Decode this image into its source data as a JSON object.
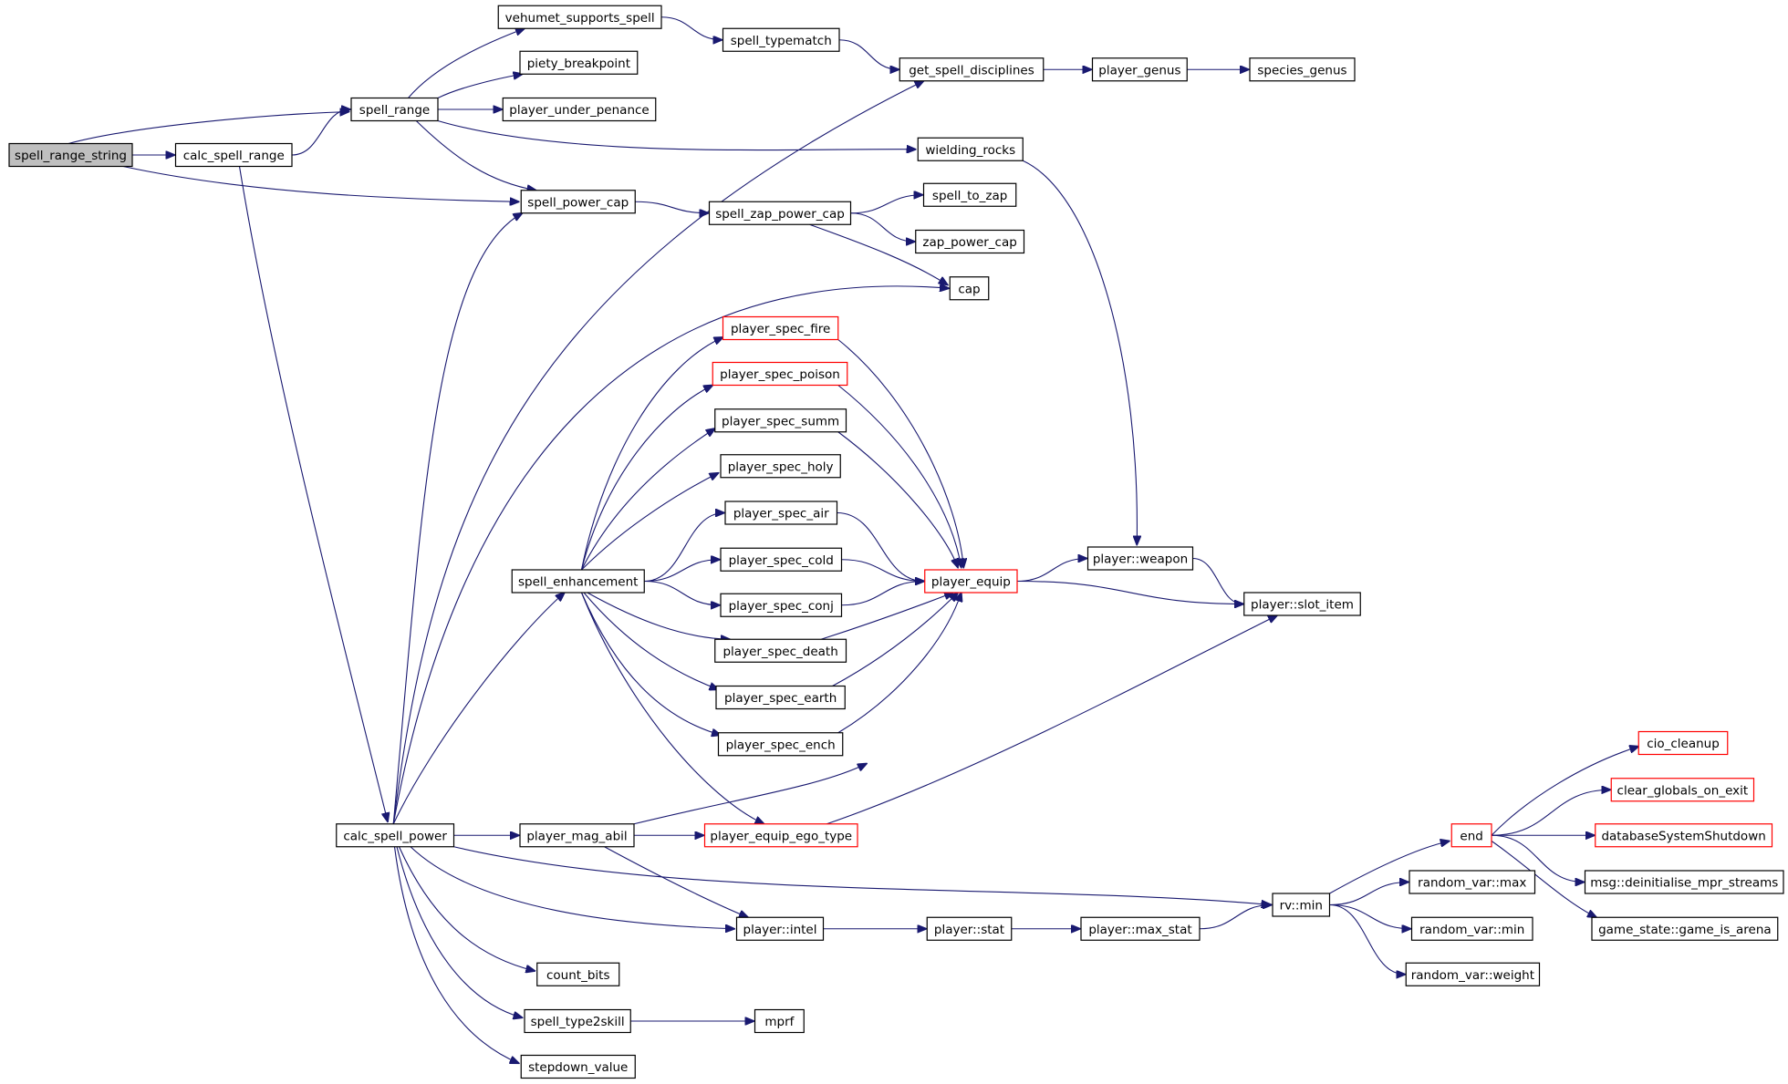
{
  "colors": {
    "edge": "#191970",
    "node_border": "#000000",
    "truncated_border": "#ff0000",
    "root_fill": "#bfbfbf"
  },
  "nodes": [
    {
      "id": "spell_range_string",
      "label": "spell_range_string",
      "root": true
    },
    {
      "id": "calc_spell_range",
      "label": "calc_spell_range"
    },
    {
      "id": "spell_range",
      "label": "spell_range"
    },
    {
      "id": "vehumet_supports_spell",
      "label": "vehumet_supports_spell"
    },
    {
      "id": "piety_breakpoint",
      "label": "piety_breakpoint"
    },
    {
      "id": "player_under_penance",
      "label": "player_under_penance"
    },
    {
      "id": "spell_typematch",
      "label": "spell_typematch"
    },
    {
      "id": "get_spell_disciplines",
      "label": "get_spell_disciplines"
    },
    {
      "id": "player_genus",
      "label": "player_genus"
    },
    {
      "id": "species_genus",
      "label": "species_genus"
    },
    {
      "id": "wielding_rocks",
      "label": "wielding_rocks"
    },
    {
      "id": "spell_power_cap",
      "label": "spell_power_cap"
    },
    {
      "id": "spell_zap_power_cap",
      "label": "spell_zap_power_cap"
    },
    {
      "id": "spell_to_zap",
      "label": "spell_to_zap"
    },
    {
      "id": "zap_power_cap",
      "label": "zap_power_cap"
    },
    {
      "id": "cap",
      "label": "cap"
    },
    {
      "id": "player_spec_fire",
      "label": "player_spec_fire",
      "truncated": true
    },
    {
      "id": "player_spec_poison",
      "label": "player_spec_poison",
      "truncated": true
    },
    {
      "id": "player_spec_summ",
      "label": "player_spec_summ"
    },
    {
      "id": "player_spec_holy",
      "label": "player_spec_holy"
    },
    {
      "id": "player_spec_air",
      "label": "player_spec_air"
    },
    {
      "id": "player_spec_cold",
      "label": "player_spec_cold"
    },
    {
      "id": "player_spec_conj",
      "label": "player_spec_conj"
    },
    {
      "id": "player_spec_death",
      "label": "player_spec_death"
    },
    {
      "id": "player_spec_earth",
      "label": "player_spec_earth"
    },
    {
      "id": "player_spec_ench",
      "label": "player_spec_ench"
    },
    {
      "id": "spell_enhancement",
      "label": "spell_enhancement"
    },
    {
      "id": "player_equip",
      "label": "player_equip",
      "truncated": true
    },
    {
      "id": "player_weapon",
      "label": "player::weapon"
    },
    {
      "id": "player_slot_item",
      "label": "player::slot_item"
    },
    {
      "id": "calc_spell_power",
      "label": "calc_spell_power"
    },
    {
      "id": "player_mag_abil",
      "label": "player_mag_abil"
    },
    {
      "id": "player_equip_ego_type",
      "label": "player_equip_ego_type",
      "truncated": true
    },
    {
      "id": "player_intel",
      "label": "player::intel"
    },
    {
      "id": "player_stat",
      "label": "player::stat"
    },
    {
      "id": "player_max_stat",
      "label": "player::max_stat"
    },
    {
      "id": "rv_min",
      "label": "rv::min"
    },
    {
      "id": "random_var_max",
      "label": "random_var::max"
    },
    {
      "id": "random_var_min",
      "label": "random_var::min"
    },
    {
      "id": "random_var_weight",
      "label": "random_var::weight"
    },
    {
      "id": "end",
      "label": "end",
      "truncated": true
    },
    {
      "id": "cio_cleanup",
      "label": "cio_cleanup",
      "truncated": true
    },
    {
      "id": "clear_globals_on_exit",
      "label": "clear_globals_on_exit",
      "truncated": true
    },
    {
      "id": "databaseSystemShutdown",
      "label": "databaseSystemShutdown",
      "truncated": true
    },
    {
      "id": "msg_deinitialise",
      "label": "msg::deinitialise_mpr_streams"
    },
    {
      "id": "game_is_arena",
      "label": "game_state::game_is_arena"
    },
    {
      "id": "count_bits",
      "label": "count_bits"
    },
    {
      "id": "spell_type2skill",
      "label": "spell_type2skill"
    },
    {
      "id": "mprf",
      "label": "mprf"
    },
    {
      "id": "stepdown_value",
      "label": "stepdown_value"
    }
  ],
  "edges": [
    [
      "spell_range_string",
      "calc_spell_range"
    ],
    [
      "spell_range_string",
      "spell_range"
    ],
    [
      "spell_range_string",
      "spell_power_cap"
    ],
    [
      "calc_spell_range",
      "spell_range"
    ],
    [
      "calc_spell_range",
      "calc_spell_power"
    ],
    [
      "spell_range",
      "vehumet_supports_spell"
    ],
    [
      "spell_range",
      "piety_breakpoint"
    ],
    [
      "spell_range",
      "player_under_penance"
    ],
    [
      "spell_range",
      "wielding_rocks"
    ],
    [
      "spell_range",
      "spell_power_cap"
    ],
    [
      "vehumet_supports_spell",
      "spell_typematch"
    ],
    [
      "spell_typematch",
      "get_spell_disciplines"
    ],
    [
      "get_spell_disciplines",
      "player_genus"
    ],
    [
      "player_genus",
      "species_genus"
    ],
    [
      "wielding_rocks",
      "player_weapon"
    ],
    [
      "spell_power_cap",
      "spell_zap_power_cap"
    ],
    [
      "spell_zap_power_cap",
      "spell_to_zap"
    ],
    [
      "spell_zap_power_cap",
      "zap_power_cap"
    ],
    [
      "spell_zap_power_cap",
      "cap"
    ],
    [
      "calc_spell_power",
      "get_spell_disciplines"
    ],
    [
      "calc_spell_power",
      "spell_power_cap"
    ],
    [
      "calc_spell_power",
      "cap"
    ],
    [
      "calc_spell_power",
      "spell_enhancement"
    ],
    [
      "calc_spell_power",
      "player_mag_abil"
    ],
    [
      "calc_spell_power",
      "rv_min"
    ],
    [
      "calc_spell_power",
      "player_intel"
    ],
    [
      "calc_spell_power",
      "count_bits"
    ],
    [
      "calc_spell_power",
      "spell_type2skill"
    ],
    [
      "calc_spell_power",
      "stepdown_value"
    ],
    [
      "spell_enhancement",
      "player_spec_fire"
    ],
    [
      "spell_enhancement",
      "player_spec_poison"
    ],
    [
      "spell_enhancement",
      "player_spec_summ"
    ],
    [
      "spell_enhancement",
      "player_spec_holy"
    ],
    [
      "spell_enhancement",
      "player_spec_air"
    ],
    [
      "spell_enhancement",
      "player_spec_cold"
    ],
    [
      "spell_enhancement",
      "player_spec_conj"
    ],
    [
      "spell_enhancement",
      "player_spec_death"
    ],
    [
      "spell_enhancement",
      "player_spec_earth"
    ],
    [
      "spell_enhancement",
      "player_spec_ench"
    ],
    [
      "spell_enhancement",
      "player_equip_ego_type"
    ],
    [
      "player_spec_fire",
      "player_equip"
    ],
    [
      "player_spec_poison",
      "player_equip"
    ],
    [
      "player_spec_summ",
      "player_equip"
    ],
    [
      "player_spec_air",
      "player_equip"
    ],
    [
      "player_spec_cold",
      "player_equip"
    ],
    [
      "player_spec_conj",
      "player_equip"
    ],
    [
      "player_spec_death",
      "player_equip"
    ],
    [
      "player_spec_earth",
      "player_equip"
    ],
    [
      "player_spec_ench",
      "player_equip"
    ],
    [
      "player_equip",
      "player_weapon"
    ],
    [
      "player_equip",
      "player_slot_item"
    ],
    [
      "player_weapon",
      "player_slot_item"
    ],
    [
      "player_mag_abil",
      "player_equip"
    ],
    [
      "player_mag_abil",
      "player_equip_ego_type"
    ],
    [
      "player_mag_abil",
      "player_intel"
    ],
    [
      "player_equip_ego_type",
      "player_slot_item"
    ],
    [
      "player_intel",
      "player_stat"
    ],
    [
      "player_stat",
      "player_max_stat"
    ],
    [
      "player_max_stat",
      "rv_min"
    ],
    [
      "rv_min",
      "end"
    ],
    [
      "rv_min",
      "random_var_max"
    ],
    [
      "rv_min",
      "random_var_min"
    ],
    [
      "rv_min",
      "random_var_weight"
    ],
    [
      "end",
      "cio_cleanup"
    ],
    [
      "end",
      "clear_globals_on_exit"
    ],
    [
      "end",
      "databaseSystemShutdown"
    ],
    [
      "end",
      "msg_deinitialise"
    ],
    [
      "end",
      "game_is_arena"
    ],
    [
      "spell_type2skill",
      "mprf"
    ]
  ]
}
